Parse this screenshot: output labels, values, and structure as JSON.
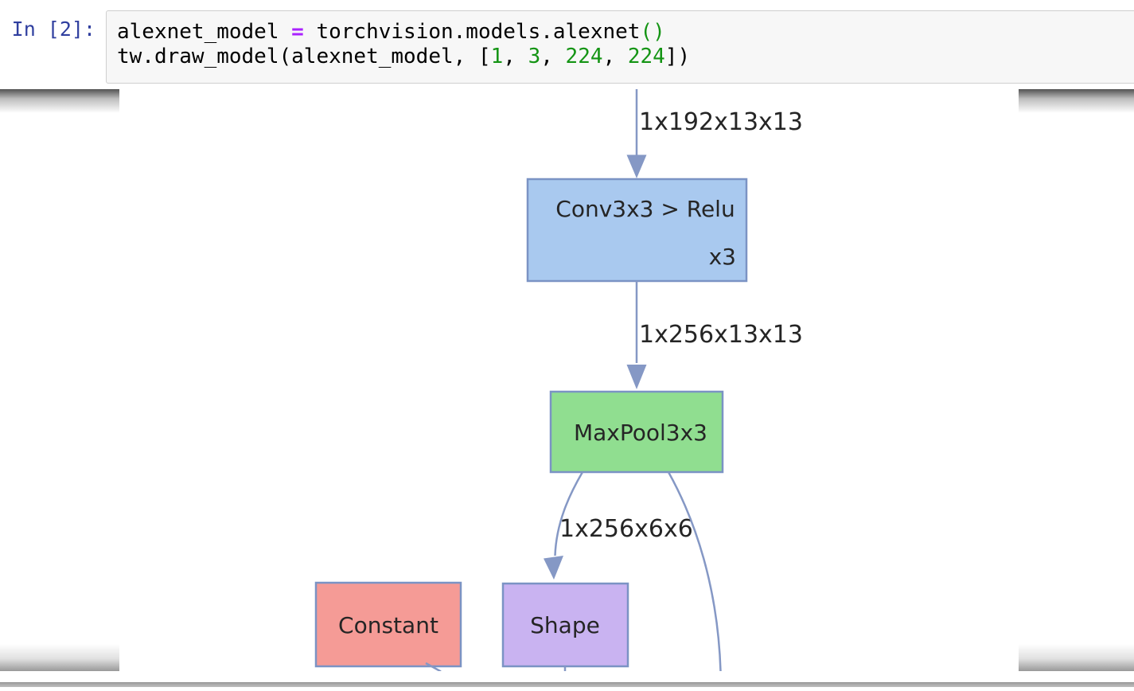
{
  "notebook": {
    "prompt": "In [2]:",
    "prompt_color": "#303F9F",
    "code": {
      "line1": [
        {
          "text": "alexnet_model ",
          "color": "#000000"
        },
        {
          "text": "=",
          "color": "#AA22FF"
        },
        {
          "text": " torchvision.models.alexnet",
          "color": "#000000"
        },
        {
          "text": "()",
          "color": "#149414"
        }
      ],
      "line2": [
        {
          "text": "tw.draw_model(alexnet_model, [",
          "color": "#000000"
        },
        {
          "text": "1",
          "color": "#149414"
        },
        {
          "text": ", ",
          "color": "#000000"
        },
        {
          "text": "3",
          "color": "#149414"
        },
        {
          "text": ", ",
          "color": "#000000"
        },
        {
          "text": "224",
          "color": "#149414"
        },
        {
          "text": ", ",
          "color": "#000000"
        },
        {
          "text": "224",
          "color": "#149414"
        },
        {
          "text": "])",
          "color": "#000000"
        }
      ]
    }
  },
  "graph": {
    "edge_color": "#8598c5",
    "node_stroke": "#7b93c4",
    "text_color": "#252525",
    "nodes": [
      {
        "id": "conv-relu",
        "label": "Conv3x3 > Relu",
        "sublabel": "x3",
        "fill": "#a9c9ef"
      },
      {
        "id": "maxpool",
        "label": "MaxPool3x3",
        "fill": "#90de90"
      },
      {
        "id": "constant",
        "label": "Constant",
        "fill": "#f59b96"
      },
      {
        "id": "shape",
        "label": "Shape",
        "fill": "#c9b3f1"
      }
    ],
    "edges": [
      {
        "label": "1x192x13x13"
      },
      {
        "label": "1x256x13x13"
      },
      {
        "label": "1x256x6x6"
      }
    ]
  }
}
